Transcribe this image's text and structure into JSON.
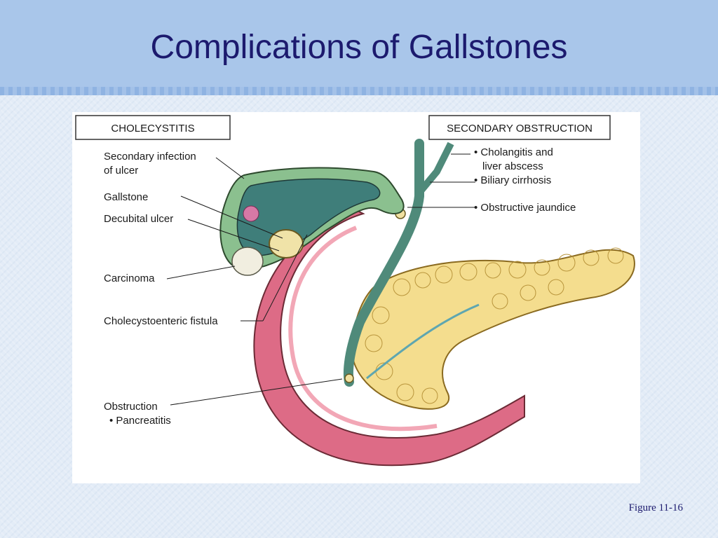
{
  "slide": {
    "title": "Complications of Gallstones",
    "caption": "Figure 11-16"
  },
  "diagram": {
    "left_box": "CHOLECYSTITIS",
    "right_box": "SECONDARY OBSTRUCTION",
    "left_labels": {
      "secondary_infection_l1": "Secondary infection",
      "secondary_infection_l2": "of ulcer",
      "gallstone": "Gallstone",
      "decubital_ulcer": "Decubital ulcer",
      "carcinoma": "Carcinoma",
      "fistula": "Cholecystoenteric fistula",
      "obstruction": "Obstruction",
      "pancreatitis": "• Pancreatitis"
    },
    "right_labels": {
      "cholangitis_l1": "• Cholangitis and",
      "cholangitis_l2": "liver abscess",
      "biliary_cirrhosis": "• Biliary cirrhosis",
      "obstructive_jaundice": "• Obstructive jaundice"
    }
  },
  "colors": {
    "title": "#1c1a6e",
    "header": "#a9c6ea",
    "duodenum": "#dd6b86",
    "pancreas": "#f4dd8e",
    "gallbladder": "#4b8a84",
    "duct": "#4f8a7a"
  }
}
